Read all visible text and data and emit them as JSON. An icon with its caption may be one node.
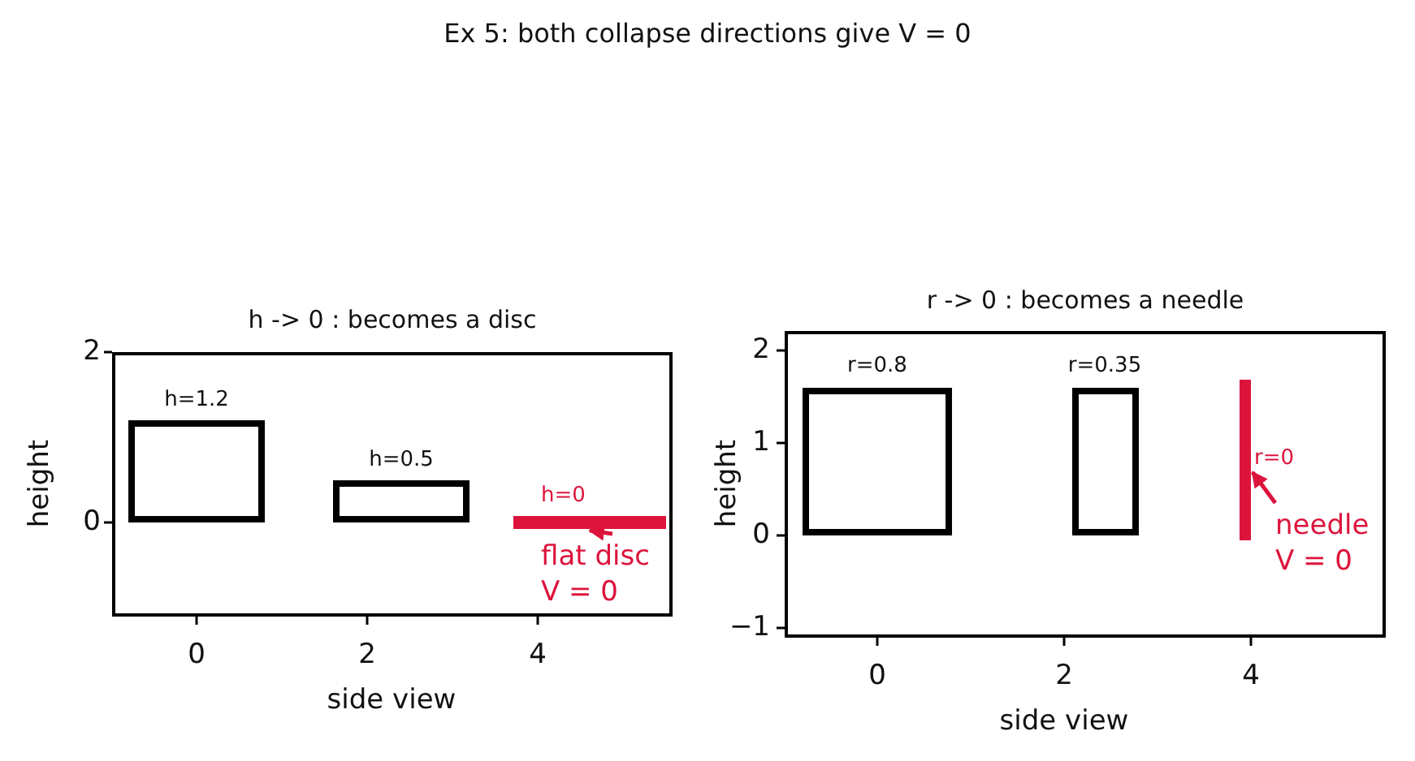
{
  "diagram": {
    "title": "Ex 5: both collapse directions give V = 0",
    "nodes": [
      {
        "text": [
          "h -> 0 : becomes a disc"
        ]
      },
      {
        "text": [
          "h=1.2"
        ],
        "in": 0
      },
      {
        "text": [
          "h=0.5"
        ],
        "in": 0
      },
      {
        "text": [
          "h=0"
        ],
        "in": 0
      },
      {
        "text": [
          "flat disc V = 0"
        ],
        "in": 0
      },
      {
        "text": [
          "r -> 0 : becomes a needle"
        ]
      },
      {
        "text": [
          "r=0.8"
        ],
        "in": 5
      },
      {
        "text": [
          "r=0.35"
        ],
        "in": 5
      },
      {
        "text": [
          "r=0"
        ],
        "in": 5
      },
      {
        "text": [
          "needle V = 0"
        ],
        "in": 5
      }
    ],
    "edges": [
      {
        "from": 4,
        "to": 3,
        "arrow": "to"
      },
      {
        "from": 9,
        "to": 8,
        "arrow": "to"
      }
    ],
    "labels": [
      "2",
      "height",
      "0",
      "0",
      "2",
      "4",
      "side view",
      "2",
      "1",
      "height",
      "0",
      "−1",
      "0",
      "2",
      "4",
      "side view"
    ]
  }
}
